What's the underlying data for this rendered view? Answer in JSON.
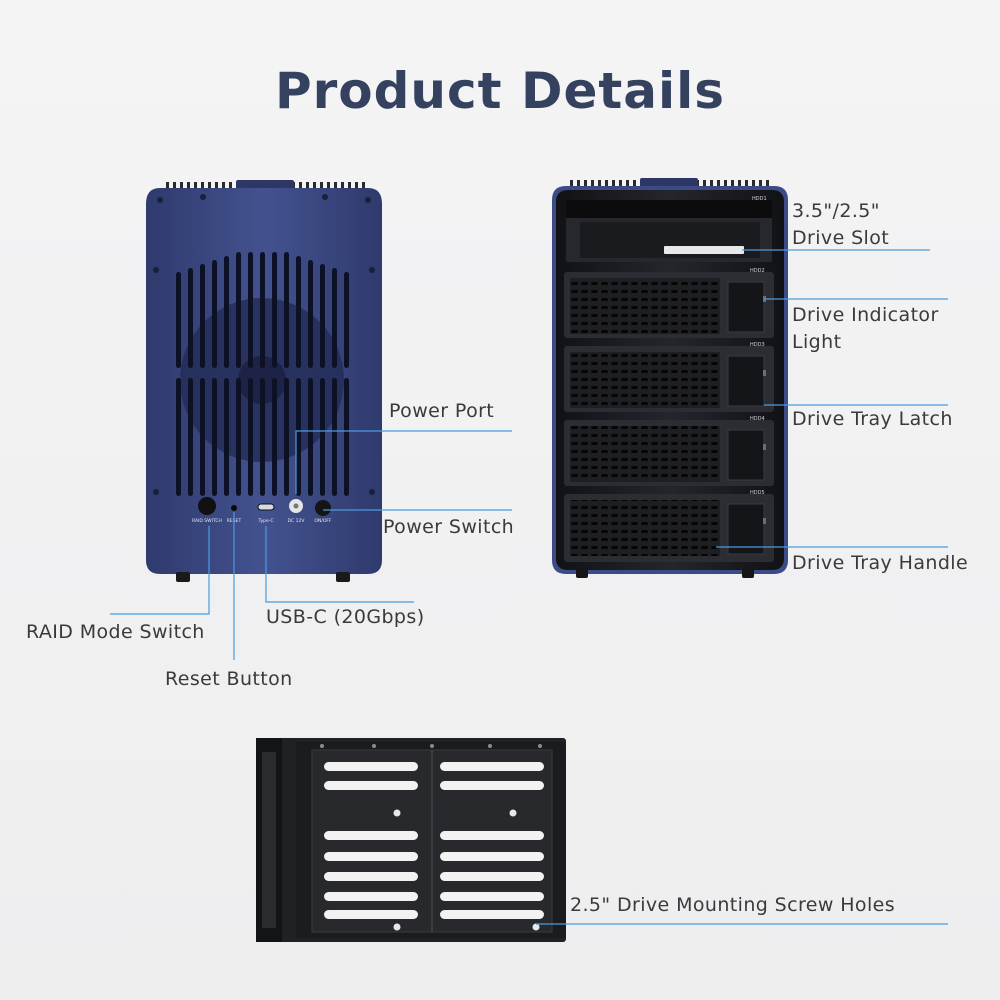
{
  "title": "Product Details",
  "rear_panel": {
    "button_labels": [
      "RAID SWITCH",
      "RESET",
      "Type-C",
      "DC 12V",
      "ON/OFF"
    ]
  },
  "front_panel": {
    "bay_labels": [
      "HDD1",
      "HDD2",
      "HDD3",
      "HDD4",
      "HDD5"
    ]
  },
  "callouts": {
    "power_port": "Power Port",
    "power_switch": "Power Switch",
    "usb_c": "USB-C (20Gbps)",
    "raid_mode_switch": "RAID Mode Switch",
    "reset_button": "Reset Button",
    "drive_slot_line1": "3.5\"/2.5\"",
    "drive_slot_line2": "Drive Slot",
    "drive_indicator_line1": "Drive Indicator",
    "drive_indicator_line2": "Light",
    "drive_tray_latch": "Drive Tray Latch",
    "drive_tray_handle": "Drive Tray Handle",
    "mounting_holes": "2.5\" Drive Mounting Screw Holes"
  },
  "colors": {
    "title": "#34415f",
    "rear_body": "#3c4a86",
    "front_body": "#1b1c20",
    "callout_line": "#4a9be0",
    "label_text": "#3a3a3a"
  }
}
